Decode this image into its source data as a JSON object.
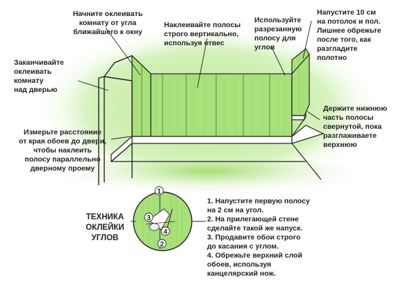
{
  "labels": {
    "start_corner": "Начните оклеивать\nкомнату от угла\nближайшего к окну",
    "vertical": "Наклеивайте полосы\nстрого вертикально,\nиспользуя отвес",
    "cut_strip": "Используйте\nразрезанную\nполосу для\nуглов",
    "overlap": "Напустите 10 см\nна потолок и пол.\nЛишнее обрежьте\nпосле того, как\nразгладите\nполотно",
    "finish_door": "Заканчивайте\nоклеивать\nкомнату\nнад дверью",
    "hold_strip": "Держите нижнюю\nчасть полосы\nсвернутой, пока\nразглаживаете\nверхнюю",
    "measure": "Измерьте расстояние\nот края обоев до двери,\nчтобы наклеить\nполосу параллельно\nдверному проему",
    "technique_title": "ТЕХНИКА\nОКЛЕЙКИ\nУГЛОВ"
  },
  "inset_markers": [
    "1",
    "2",
    "3",
    "4"
  ],
  "steps": [
    "1. Напустите первую полосу\nна 2 см на угол.",
    "2. На прилегающей стене\nсделайте такой же напуск.",
    "3. Продавите обои строго\nдо касания с углом.",
    "4. Обрежьте верхний слой\nобоев, используя\nканцелярский нож."
  ],
  "colors": {
    "wallpaper": "#a8e07a",
    "wallpaper_dark": "#8fd062",
    "glow": "#cdeeb0",
    "outline": "#222222"
  }
}
